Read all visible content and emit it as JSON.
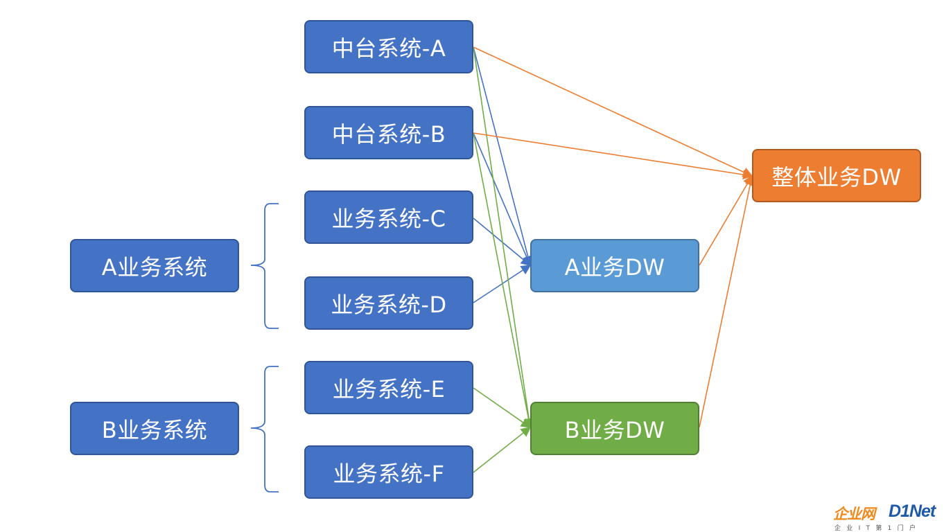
{
  "nodes": {
    "zhongtai_a": "中台系统-A",
    "zhongtai_b": "中台系统-B",
    "yewu_c": "业务系统-C",
    "yewu_d": "业务系统-D",
    "yewu_e": "业务系统-E",
    "yewu_f": "业务系统-F",
    "group_a": "A业务系统",
    "group_b": "B业务系统",
    "dw_a": "A业务DW",
    "dw_b": "B业务DW",
    "dw_all": "整体业务DW"
  },
  "colors": {
    "dark_blue": "#4472c4",
    "light_blue": "#5b9bd5",
    "green": "#70ad47",
    "orange": "#ed7d31",
    "bracket": "#4472c4"
  },
  "watermark": {
    "cn": "企业网",
    "en": "D1Net",
    "sub": "企业IT第1门户"
  }
}
